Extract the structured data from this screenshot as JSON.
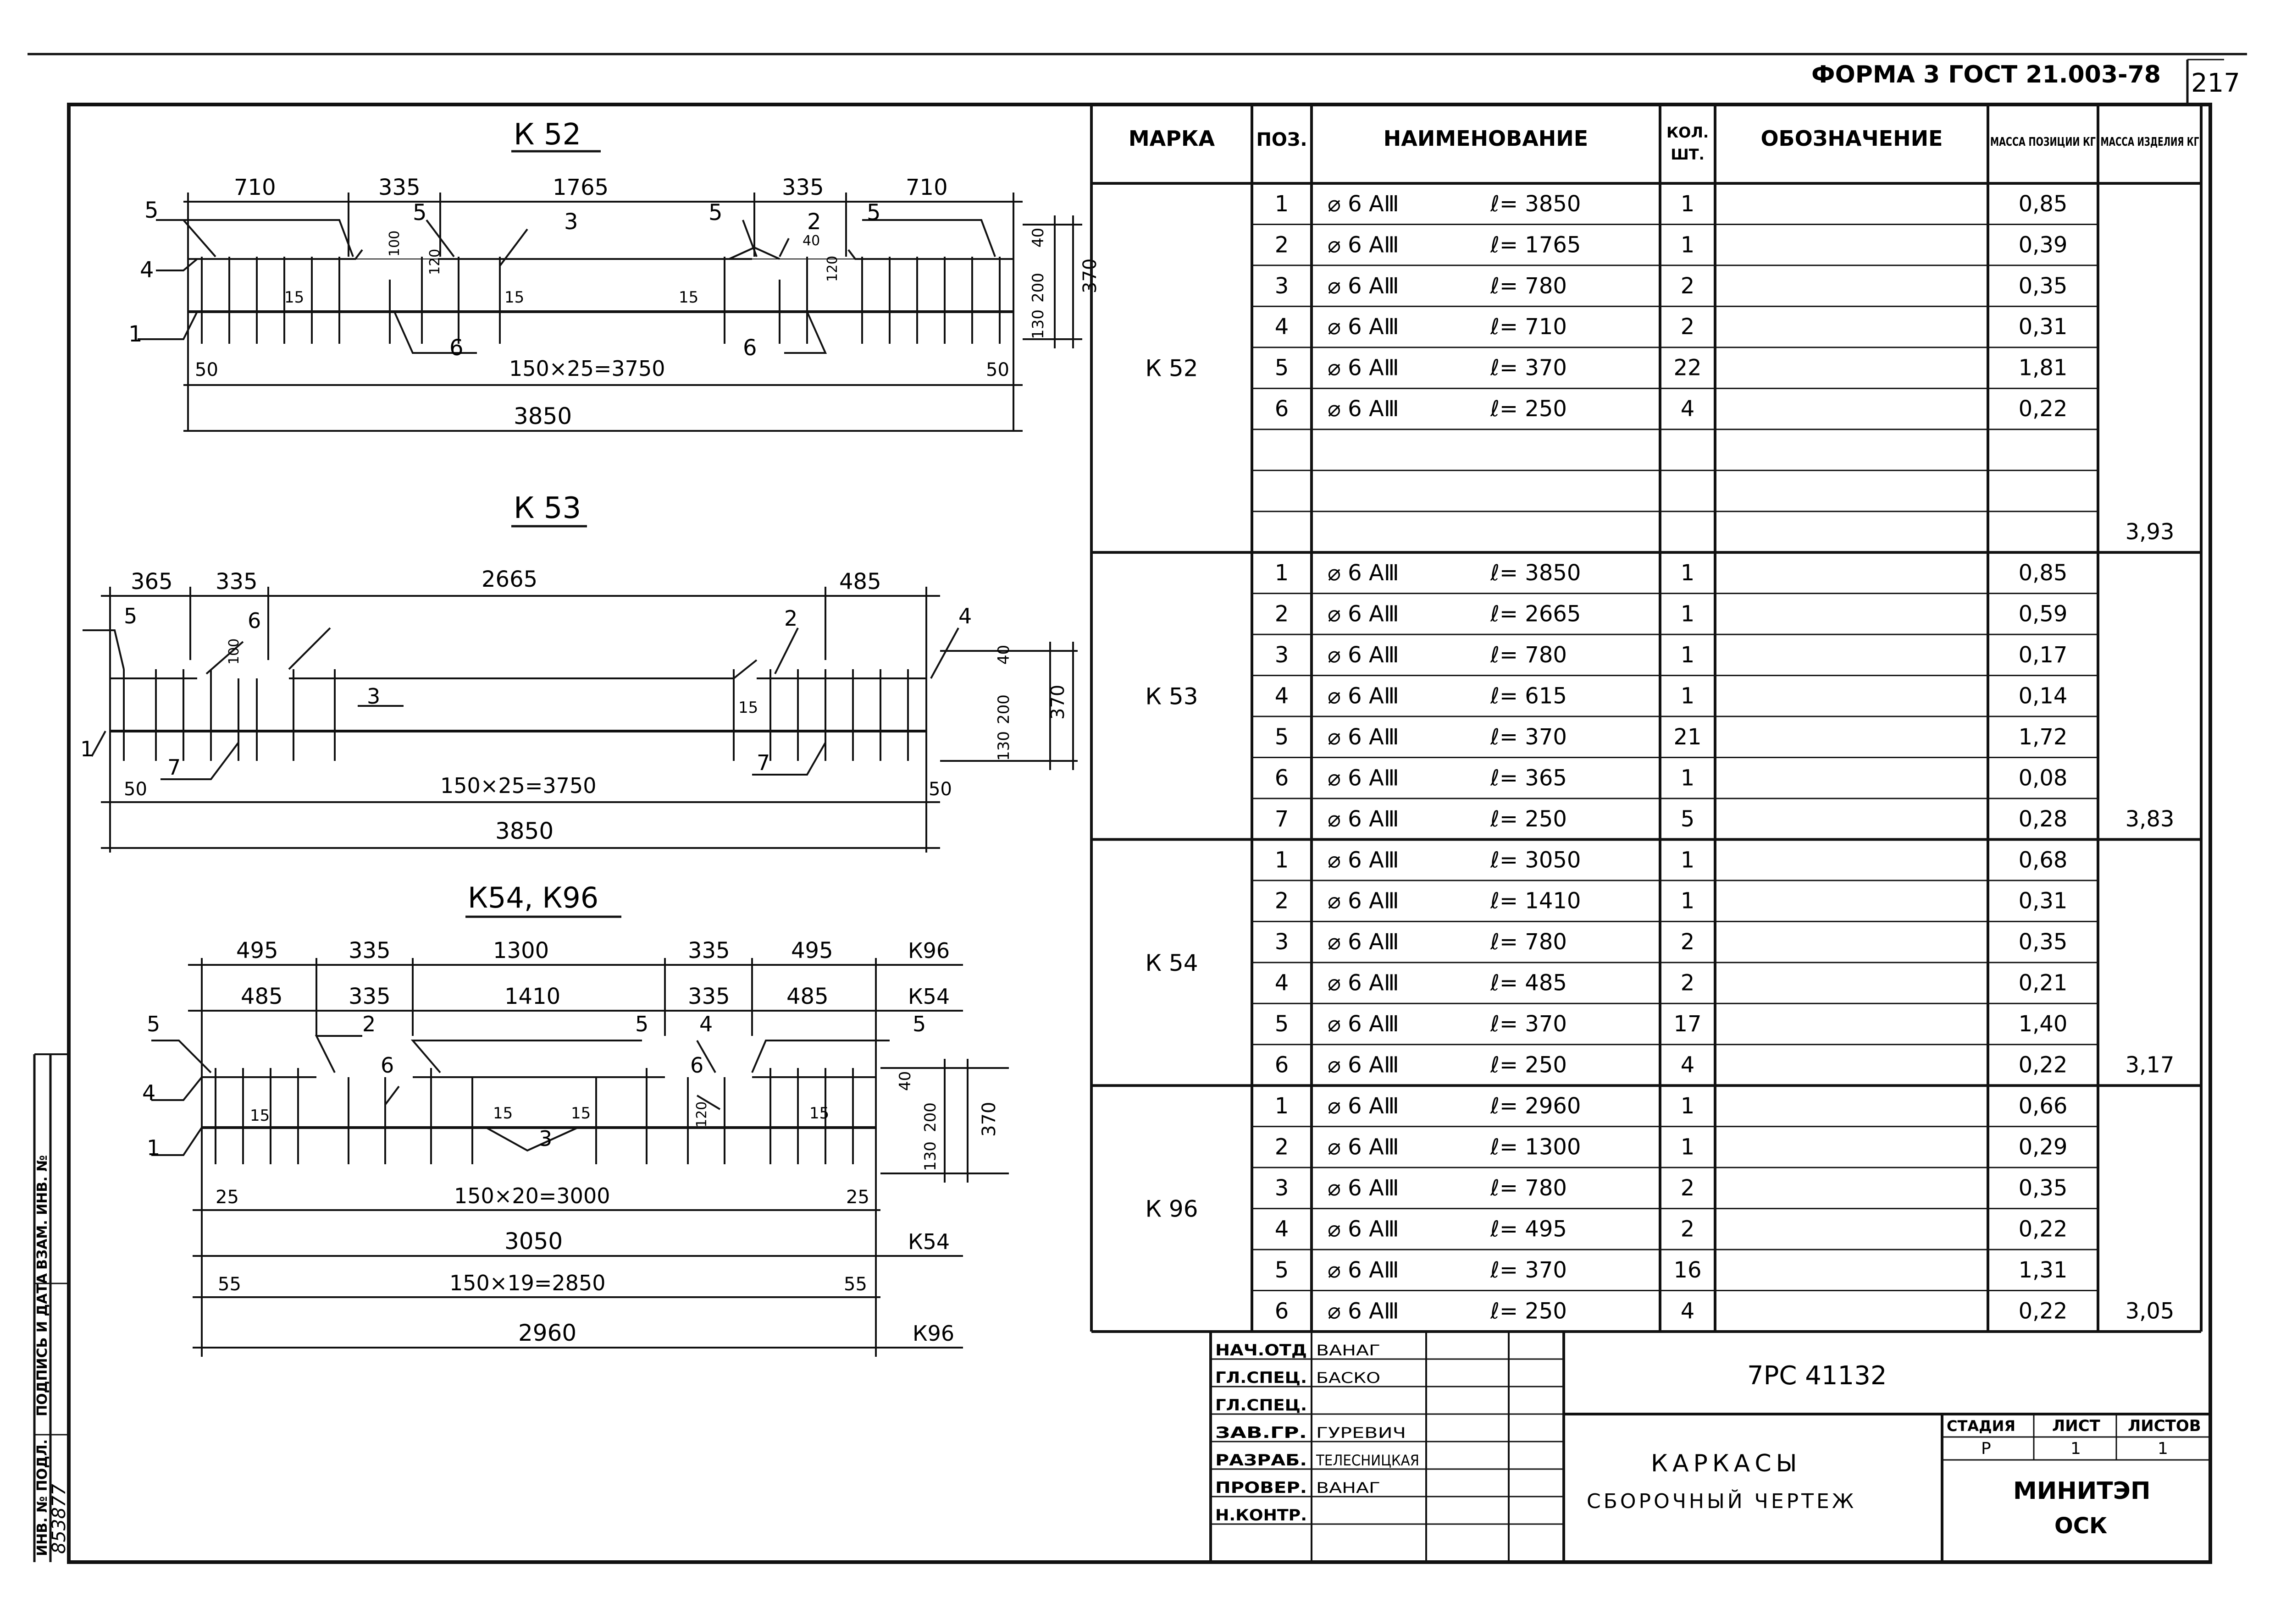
{
  "header": {
    "form_label": "ФОРМА 3 ГОСТ 21.003-78",
    "sheet_corner_number": "217"
  },
  "drawings": [
    {
      "title": "К 52",
      "top_dims": [
        "710",
        "335",
        "1765",
        "335",
        "710"
      ],
      "pitch_dim": "150×25=3750",
      "end_left": "50",
      "end_right": "50",
      "total": "3850",
      "side_dims": [
        "40",
        "200",
        "370",
        "130"
      ],
      "small_dims": [
        "100",
        "120",
        "15",
        "15",
        "15",
        "40",
        "120"
      ],
      "callouts": [
        "5",
        "4",
        "1",
        "5",
        "3",
        "6",
        "5",
        "2",
        "5",
        "6"
      ]
    },
    {
      "title": "К 53",
      "top_dims": [
        "365",
        "335",
        "2665",
        "485"
      ],
      "pitch_dim": "150×25=3750",
      "end_left": "50",
      "end_right": "50",
      "total": "3850",
      "side_dims": [
        "40",
        "200",
        "370",
        "130"
      ],
      "small_dims": [
        "100",
        "15"
      ],
      "callouts": [
        "5",
        "6",
        "3",
        "1",
        "7",
        "2",
        "4",
        "7"
      ]
    },
    {
      "title": "К54, К96",
      "top_dims_k96": [
        "495",
        "335",
        "1300",
        "335",
        "495"
      ],
      "top_dims_k54": [
        "485",
        "335",
        "1410",
        "335",
        "485"
      ],
      "top_tag_k96": "К96",
      "top_tag_k54": "К54",
      "pitch_dim_k54": "150×20=3000",
      "end_k54": "25",
      "total_k54": "3050",
      "pitch_dim_k96": "150×19=2850",
      "end_k96": "55",
      "total_k96": "2960",
      "side_dims": [
        "40",
        "200",
        "370",
        "130"
      ],
      "small_dims": [
        "15",
        "15",
        "15",
        "120",
        "15",
        "40"
      ],
      "callouts": [
        "5",
        "4",
        "1",
        "2",
        "6",
        "3",
        "5",
        "4",
        "6",
        "5"
      ]
    }
  ],
  "table": {
    "headers": [
      "МАРКА",
      "ПОЗ.",
      "НАИМЕНОВАНИЕ",
      "КОЛ. ШТ.",
      "ОБОЗНАЧЕНИЕ",
      "МАССА ПОЗИЦИИ КГ",
      "МАССА ИЗДЕЛИЯ КГ"
    ],
    "groups": [
      {
        "mark": "К 52",
        "total": "3,93",
        "rows": [
          {
            "pos": "1",
            "dia": "⌀ 6 АⅢ",
            "len": "ℓ= 3850",
            "qty": "1",
            "mass": "0,85"
          },
          {
            "pos": "2",
            "dia": "⌀ 6 АⅢ",
            "len": "ℓ= 1765",
            "qty": "1",
            "mass": "0,39"
          },
          {
            "pos": "3",
            "dia": "⌀ 6 АⅢ",
            "len": "ℓ= 780",
            "qty": "2",
            "mass": "0,35"
          },
          {
            "pos": "4",
            "dia": "⌀ 6 АⅢ",
            "len": "ℓ= 710",
            "qty": "2",
            "mass": "0,31"
          },
          {
            "pos": "5",
            "dia": "⌀ 6 АⅢ",
            "len": "ℓ= 370",
            "qty": "22",
            "mass": "1,81"
          },
          {
            "pos": "6",
            "dia": "⌀ 6 АⅢ",
            "len": "ℓ= 250",
            "qty": "4",
            "mass": "0,22"
          },
          {
            "pos": "",
            "dia": "",
            "len": "",
            "qty": "",
            "mass": ""
          },
          {
            "pos": "",
            "dia": "",
            "len": "",
            "qty": "",
            "mass": ""
          },
          {
            "pos": "",
            "dia": "",
            "len": "",
            "qty": "",
            "mass": ""
          }
        ]
      },
      {
        "mark": "К 53",
        "total": "3,83",
        "rows": [
          {
            "pos": "1",
            "dia": "⌀ 6 АⅢ",
            "len": "ℓ= 3850",
            "qty": "1",
            "mass": "0,85"
          },
          {
            "pos": "2",
            "dia": "⌀ 6 АⅢ",
            "len": "ℓ= 2665",
            "qty": "1",
            "mass": "0,59"
          },
          {
            "pos": "3",
            "dia": "⌀ 6 АⅢ",
            "len": "ℓ= 780",
            "qty": "1",
            "mass": "0,17"
          },
          {
            "pos": "4",
            "dia": "⌀ 6 АⅢ",
            "len": "ℓ= 615",
            "qty": "1",
            "mass": "0,14"
          },
          {
            "pos": "5",
            "dia": "⌀ 6 АⅢ",
            "len": "ℓ= 370",
            "qty": "21",
            "mass": "1,72"
          },
          {
            "pos": "6",
            "dia": "⌀ 6 АⅢ",
            "len": "ℓ= 365",
            "qty": "1",
            "mass": "0,08"
          },
          {
            "pos": "7",
            "dia": "⌀ 6 АⅢ",
            "len": "ℓ= 250",
            "qty": "5",
            "mass": "0,28"
          }
        ]
      },
      {
        "mark": "К 54",
        "total": "3,17",
        "rows": [
          {
            "pos": "1",
            "dia": "⌀ 6 АⅢ",
            "len": "ℓ= 3050",
            "qty": "1",
            "mass": "0,68"
          },
          {
            "pos": "2",
            "dia": "⌀ 6 АⅢ",
            "len": "ℓ= 1410",
            "qty": "1",
            "mass": "0,31"
          },
          {
            "pos": "3",
            "dia": "⌀ 6 АⅢ",
            "len": "ℓ= 780",
            "qty": "2",
            "mass": "0,35"
          },
          {
            "pos": "4",
            "dia": "⌀ 6 АⅢ",
            "len": "ℓ= 485",
            "qty": "2",
            "mass": "0,21"
          },
          {
            "pos": "5",
            "dia": "⌀ 6 АⅢ",
            "len": "ℓ= 370",
            "qty": "17",
            "mass": "1,40"
          },
          {
            "pos": "6",
            "dia": "⌀ 6 АⅢ",
            "len": "ℓ= 250",
            "qty": "4",
            "mass": "0,22"
          }
        ]
      },
      {
        "mark": "К 96",
        "total": "3,05",
        "rows": [
          {
            "pos": "1",
            "dia": "⌀ 6 АⅢ",
            "len": "ℓ= 2960",
            "qty": "1",
            "mass": "0,66"
          },
          {
            "pos": "2",
            "dia": "⌀ 6 АⅢ",
            "len": "ℓ= 1300",
            "qty": "1",
            "mass": "0,29"
          },
          {
            "pos": "3",
            "dia": "⌀ 6 АⅢ",
            "len": "ℓ= 780",
            "qty": "2",
            "mass": "0,35"
          },
          {
            "pos": "4",
            "dia": "⌀ 6 АⅢ",
            "len": "ℓ= 495",
            "qty": "2",
            "mass": "0,22"
          },
          {
            "pos": "5",
            "dia": "⌀ 6 АⅢ",
            "len": "ℓ= 370",
            "qty": "16",
            "mass": "1,31"
          },
          {
            "pos": "6",
            "dia": "⌀ 6 АⅢ",
            "len": "ℓ= 250",
            "qty": "4",
            "mass": "0,22"
          }
        ]
      }
    ]
  },
  "title_block": {
    "roles": [
      "НАЧ.ОТД",
      "ГЛ.СПЕЦ.",
      "ГЛ.СПЕЦ.",
      "ЗАВ.ГР.",
      "РАЗРАБ.",
      "ПРОВЕР.",
      "Н.КОНТР."
    ],
    "names": [
      "ВАНАГ",
      "БАСКО",
      "",
      "ГУРЕВИЧ",
      "ТЕЛЕСНИЦКАЯ",
      "ВАНАГ",
      ""
    ],
    "doc_code": "7РС 41132",
    "title_line1": "КАРКАСЫ",
    "title_line2": "СБОРОЧНЫЙ ЧЕРТЕЖ",
    "stage_label": "СТАДИЯ",
    "sheet_label": "ЛИСТ",
    "sheets_label": "ЛИСТОВ",
    "stage": "Р",
    "sheet": "1",
    "sheets": "1",
    "org_line1": "МИНИТЭП",
    "org_line2": "ОСК"
  },
  "side_strip": {
    "labels": [
      "ИНВ. № ПОДЛ.",
      "ПОДПИСЬ И ДАТА",
      "ВЗАМ. ИНВ. №"
    ],
    "inv_number": "853877"
  }
}
